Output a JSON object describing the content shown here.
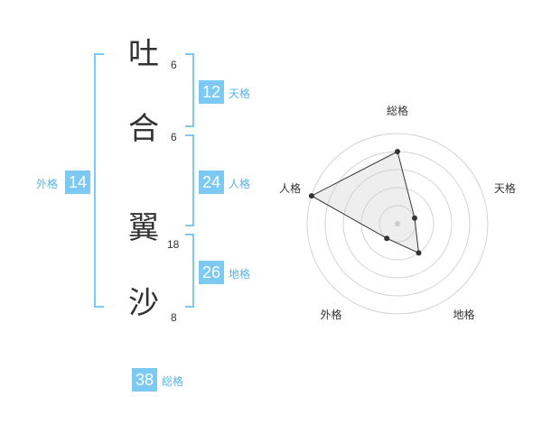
{
  "name": {
    "characters": [
      {
        "char": "吐",
        "strokes": "6"
      },
      {
        "char": "合",
        "strokes": "6"
      },
      {
        "char": "翼",
        "strokes": "18"
      },
      {
        "char": "沙",
        "strokes": "8"
      }
    ]
  },
  "fortunes": {
    "tenkaku": {
      "label": "天格",
      "value": "12"
    },
    "jinkaku": {
      "label": "人格",
      "value": "24"
    },
    "chikaku": {
      "label": "地格",
      "value": "26"
    },
    "gaikaku": {
      "label": "外格",
      "value": "14"
    },
    "soukaku": {
      "label": "総格",
      "value": "38"
    }
  },
  "colors": {
    "accent": "#7cc9f3",
    "bracket": "#7cc9f3",
    "accent_text": "#55b4e6",
    "text": "#333333"
  },
  "chart_data": {
    "type": "radar",
    "axes": [
      "総格",
      "天格",
      "地格",
      "外格",
      "人格"
    ],
    "values": [
      4,
      1,
      2,
      1,
      5
    ],
    "range": [
      0,
      5
    ],
    "grid_levels": 5
  }
}
